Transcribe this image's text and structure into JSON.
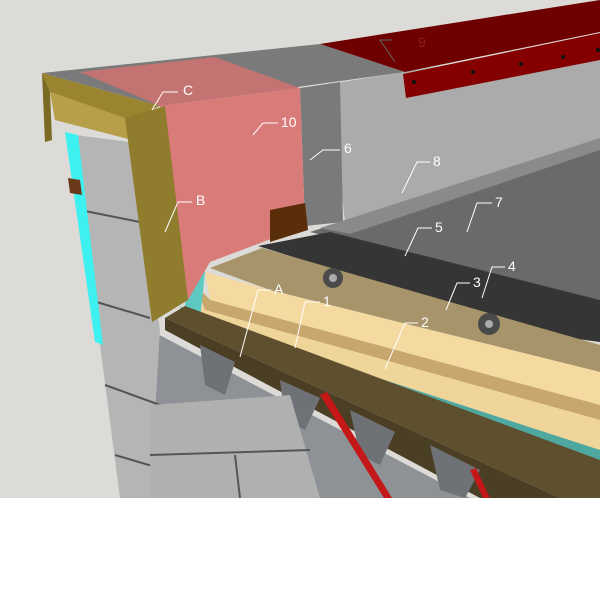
{
  "diagram": {
    "title": "Flat roof parapet construction detail",
    "labels": {
      "a": "A",
      "b": "B",
      "c": "C",
      "l1": "1",
      "l2": "2",
      "l3": "3",
      "l4": "4",
      "l5": "5",
      "l6": "6",
      "l7": "7",
      "l8": "8",
      "l9": "9",
      "l10": "10"
    },
    "colors": {
      "background": "#dcdbd7",
      "pink_insulation": "#d97a78",
      "red_flashing": "#7a0000",
      "timber": "#8c7a2a",
      "membrane": "#5a5a5a",
      "insulation": "#f2d99a",
      "blocks": "#b8b8b8",
      "cyan": "#40e0e0",
      "deck_board": "#5e4f2e"
    }
  }
}
